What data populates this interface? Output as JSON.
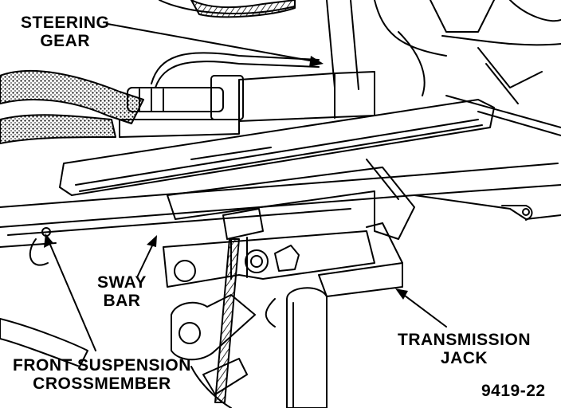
{
  "labels": {
    "steering_gear": {
      "line1": "STEERING",
      "line2": "GEAR"
    },
    "sway_bar": {
      "line1": "SWAY",
      "line2": "BAR"
    },
    "transmission_jack": {
      "line1": "TRANSMISSION",
      "line2": "JACK"
    },
    "front_suspension_crossmember": {
      "line1": "FRONT SUSPENSION",
      "line2": "CROSSMEMBER"
    }
  },
  "figure_number": "9419-22"
}
